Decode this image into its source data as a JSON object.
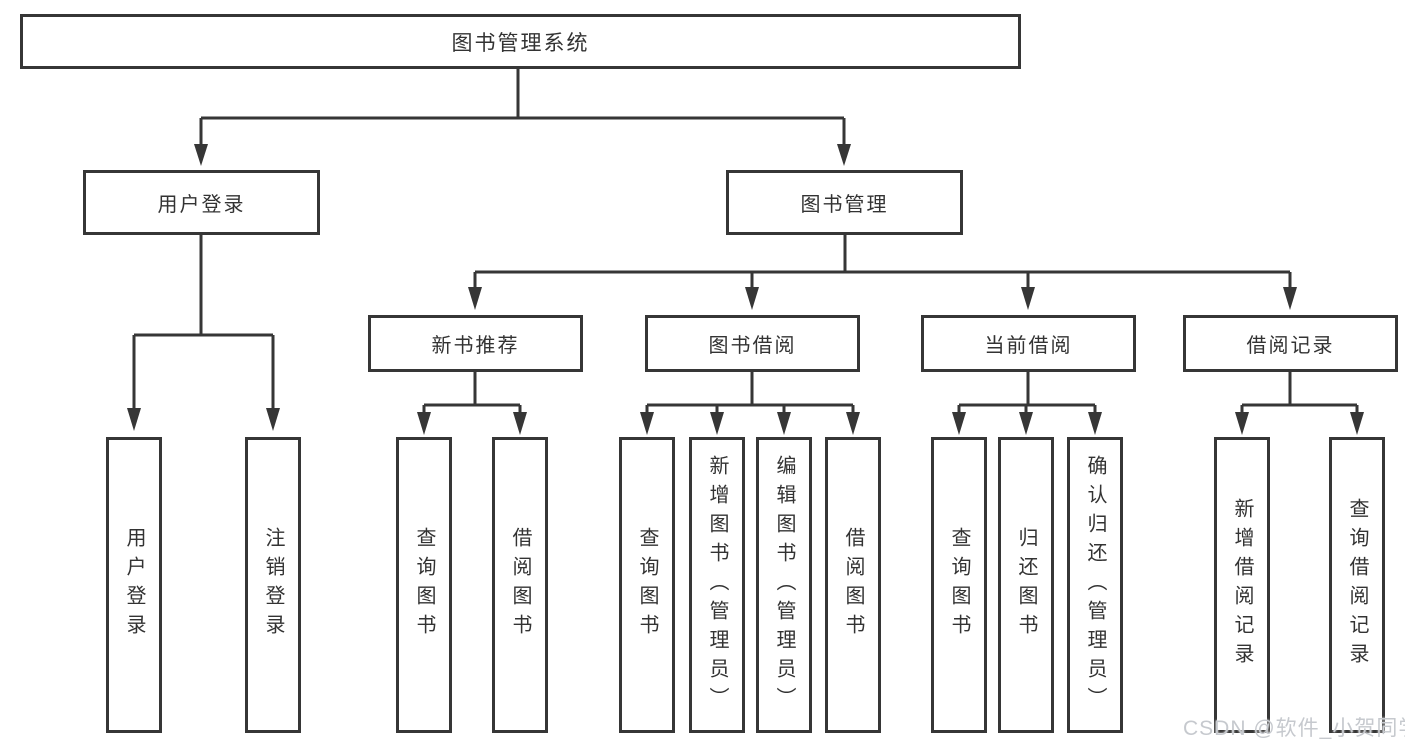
{
  "diagram": {
    "root": {
      "label": "图书管理系统"
    },
    "branches": [
      {
        "label": "用户登录",
        "children": [
          {
            "label": "用户登录"
          },
          {
            "label": "注销登录"
          }
        ]
      },
      {
        "label": "图书管理",
        "children": [
          {
            "label": "新书推荐",
            "children": [
              {
                "label": "查询图书"
              },
              {
                "label": "借阅图书"
              }
            ]
          },
          {
            "label": "图书借阅",
            "children": [
              {
                "label": "查询图书"
              },
              {
                "label": "新增图书（管理员）"
              },
              {
                "label": "编辑图书（管理员）"
              },
              {
                "label": "借阅图书"
              }
            ]
          },
          {
            "label": "当前借阅",
            "children": [
              {
                "label": "查询图书"
              },
              {
                "label": "归还图书"
              },
              {
                "label": "确认归还（管理员）"
              }
            ]
          },
          {
            "label": "借阅记录",
            "children": [
              {
                "label": "新增借阅记录"
              },
              {
                "label": "查询借阅记录"
              }
            ]
          }
        ]
      }
    ]
  },
  "watermark": {
    "text": "CSDN @软件_小贺同学"
  },
  "colors": {
    "line": "#363636",
    "box_border": "#363636",
    "background": "#ffffff",
    "watermark": "#c6c9ce"
  }
}
